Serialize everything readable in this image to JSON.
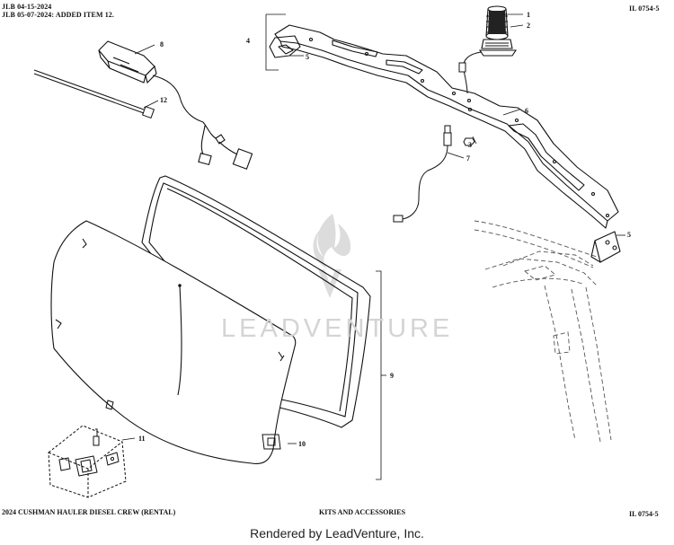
{
  "header": {
    "line1": "JLB 04-15-2024",
    "line2": "JLB 05-07-2024: ADDED ITEM 12.",
    "code_top": "IL 0754-5"
  },
  "callouts": [
    {
      "id": "1",
      "label": "1"
    },
    {
      "id": "2",
      "label": "2"
    },
    {
      "id": "3",
      "label": "3"
    },
    {
      "id": "4",
      "label": "4"
    },
    {
      "id": "5a",
      "label": "5"
    },
    {
      "id": "5b",
      "label": "5"
    },
    {
      "id": "6",
      "label": "6"
    },
    {
      "id": "7",
      "label": "7"
    },
    {
      "id": "8",
      "label": "8"
    },
    {
      "id": "9",
      "label": "9"
    },
    {
      "id": "10",
      "label": "10"
    },
    {
      "id": "11",
      "label": "11"
    },
    {
      "id": "12",
      "label": "12"
    }
  ],
  "watermark": {
    "text": "LEADVENTURE",
    "logo_icon": "leadventure-flame-logo",
    "color": "#d4d4d4"
  },
  "footer": {
    "model": "2024 CUSHMAN HAULER DIESEL CREW (RENTAL)",
    "section": "KITS AND ACCESSORIES",
    "code_bottom": "IL 0754-5"
  },
  "rendered_by": "Rendered by LeadVenture, Inc.",
  "colors": {
    "line": "#111111",
    "watermark": "#d4d4d4"
  }
}
